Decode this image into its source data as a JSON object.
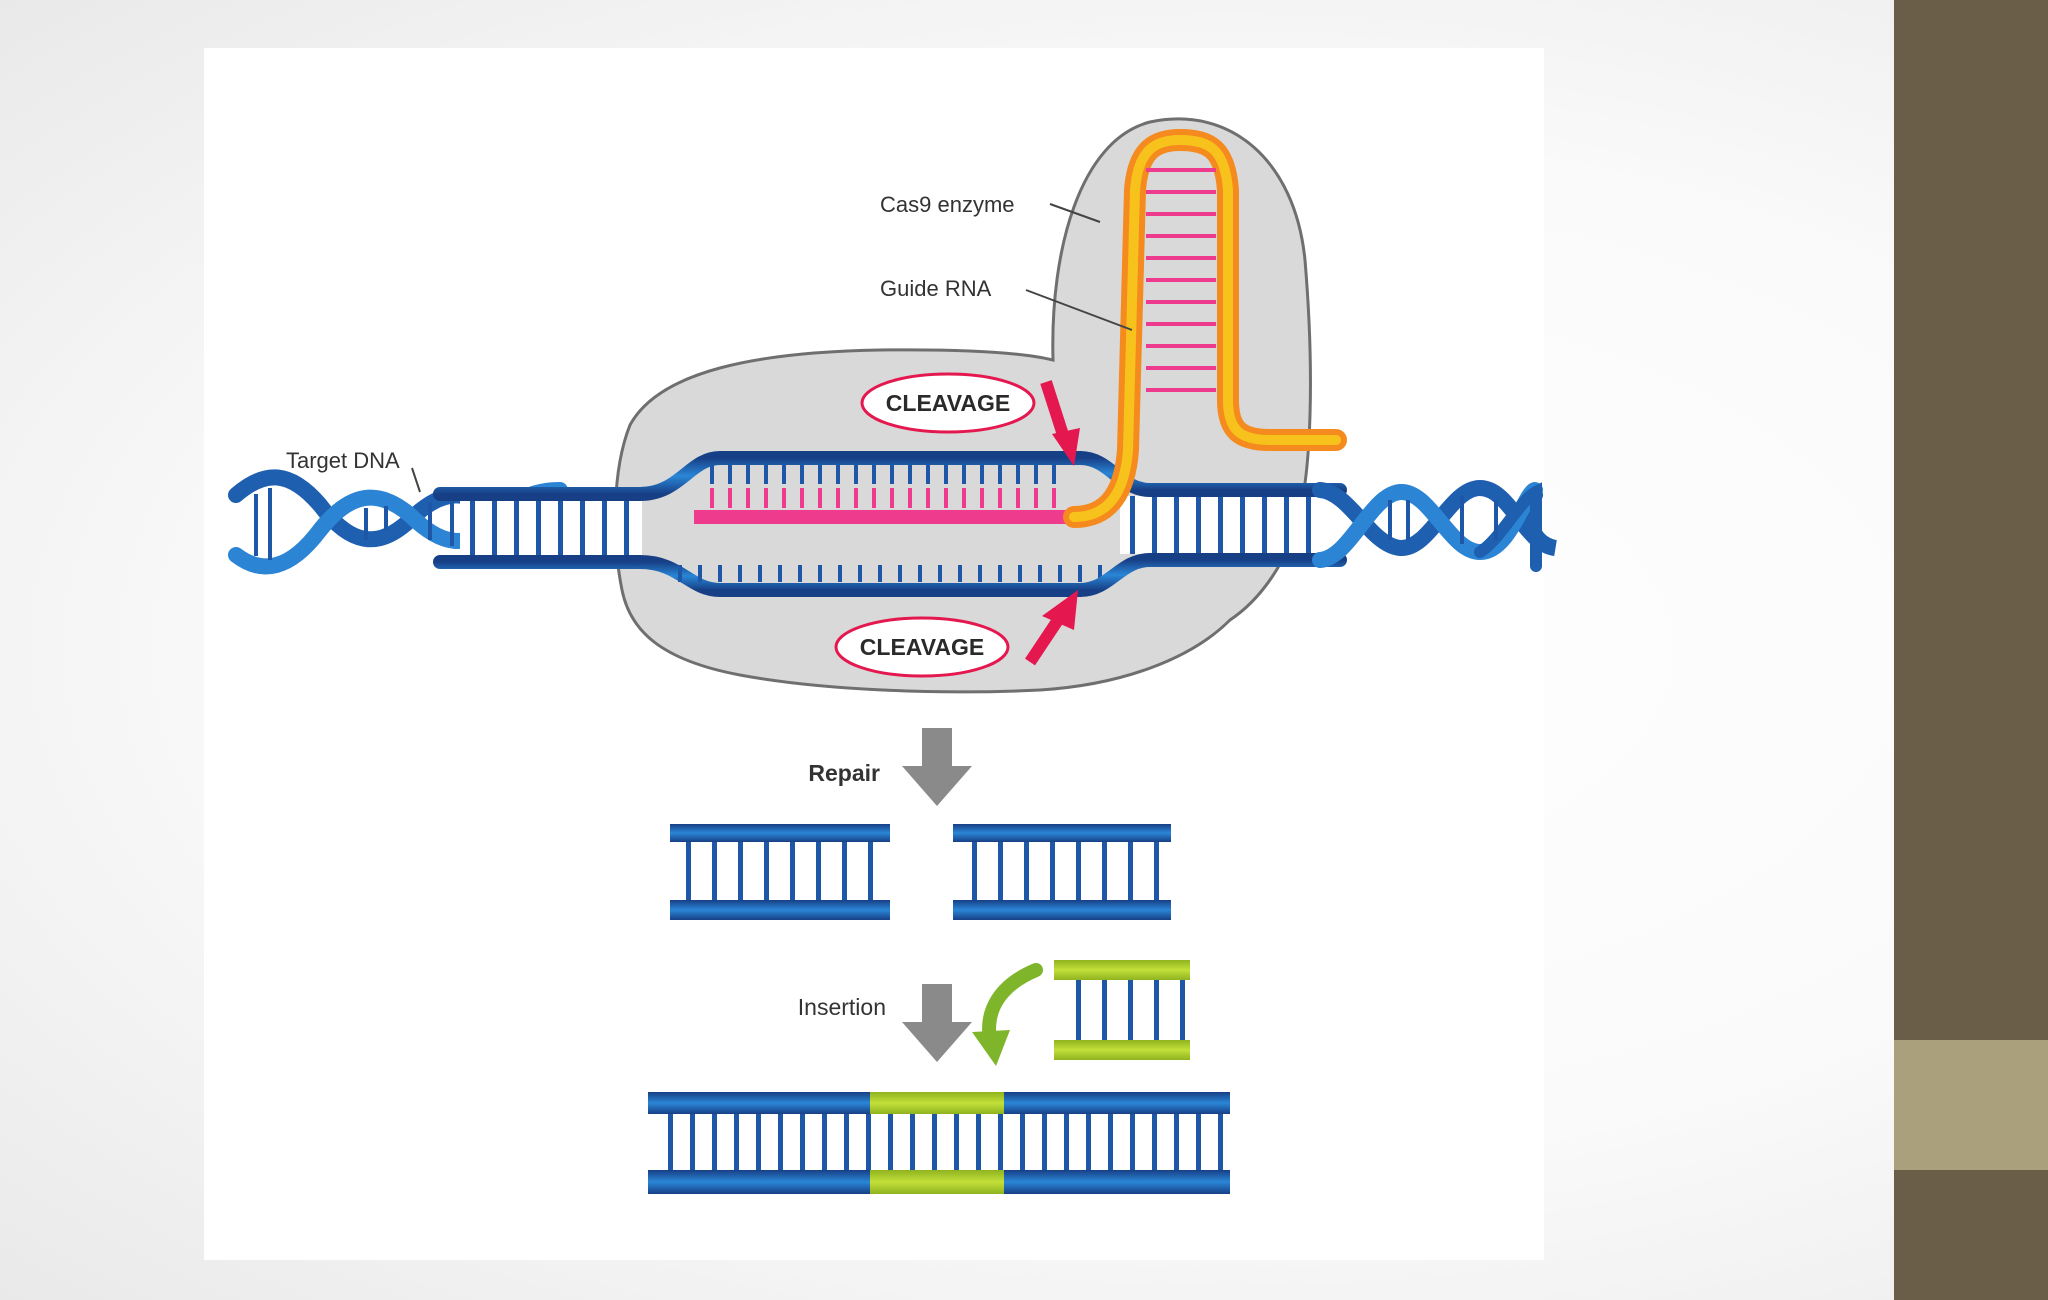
{
  "diagram": {
    "labels": {
      "cas9": "Cas9 enzyme",
      "guide_rna": "Guide RNA",
      "target_dna": "Target DNA",
      "cleavage_top": "CLEAVAGE",
      "cleavage_bottom": "CLEAVAGE",
      "repair": "Repair",
      "insertion": "Insertion"
    },
    "colors": {
      "dna_blue": "#1f5fae",
      "dna_dark": "#173f86",
      "enzyme_gray": "#d9d9d9",
      "guide_pink": "#ee3b8e",
      "guide_orange": "#f7a21b",
      "cleavage_red": "#e4184f",
      "insert_green": "#a9cc2e",
      "arrow_gray": "#8a8a8a",
      "side_band_dark": "#6b5e48",
      "side_band_light": "#aaa07c"
    }
  }
}
